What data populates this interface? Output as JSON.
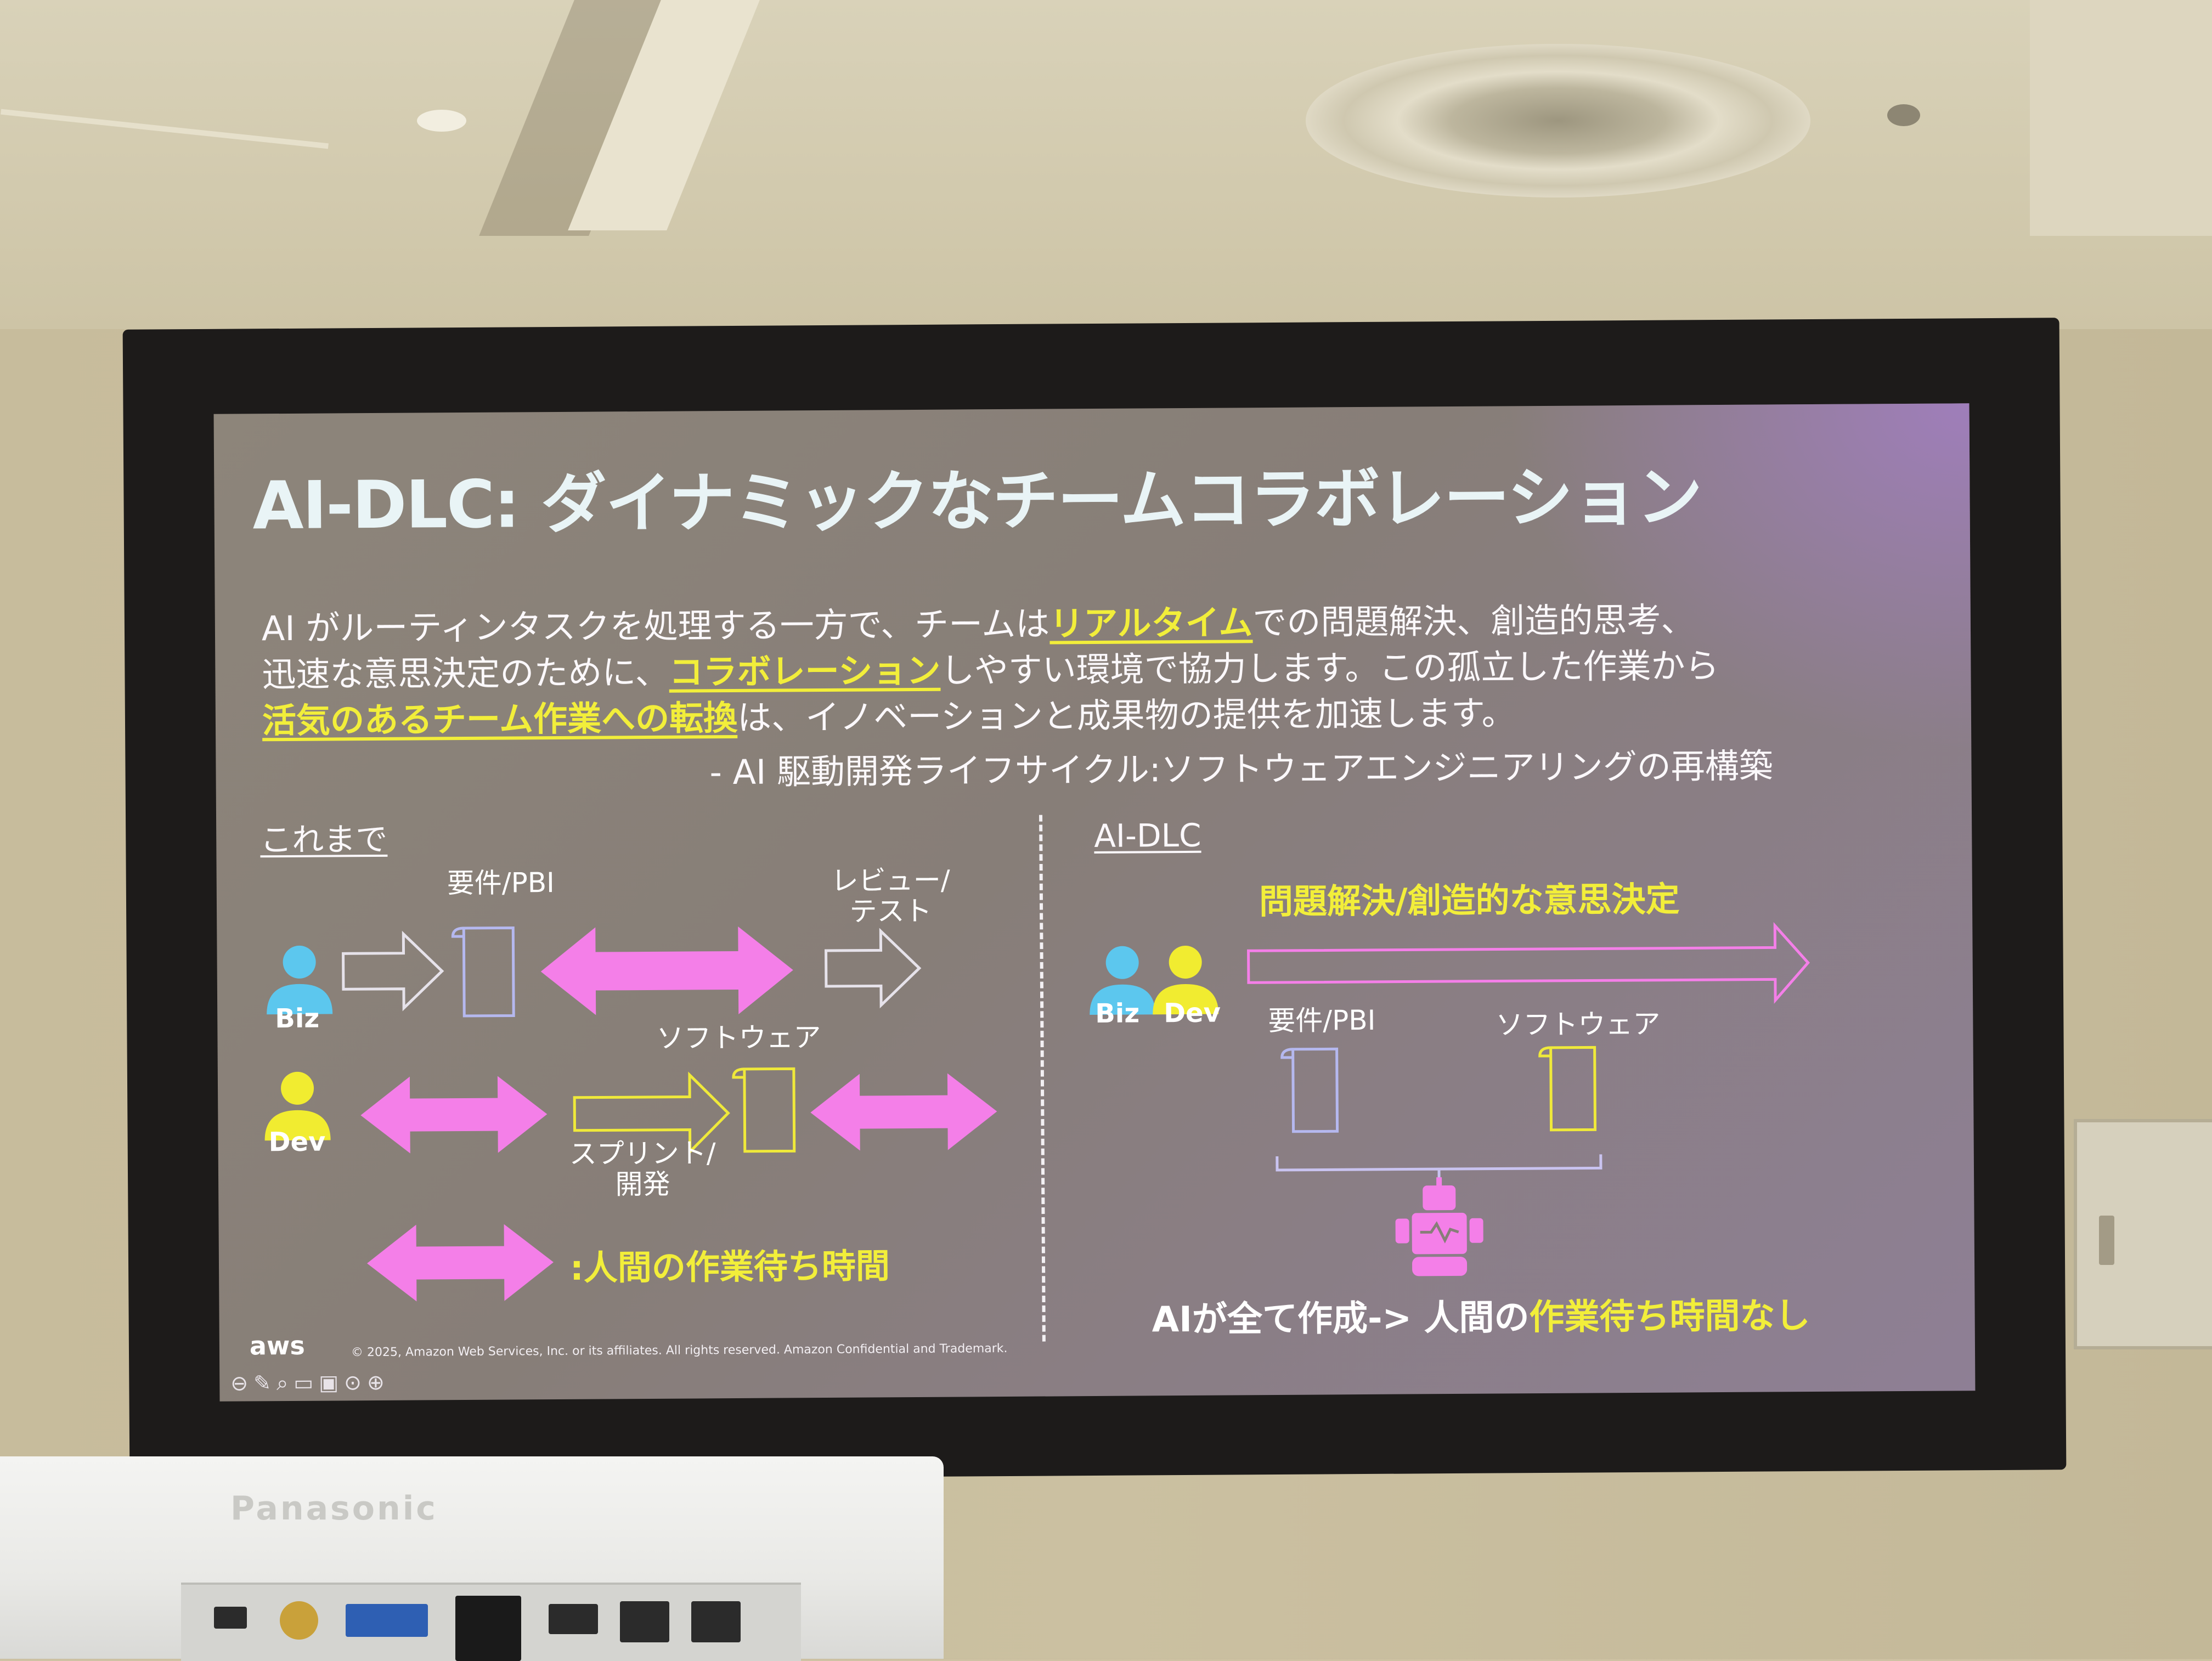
{
  "slide": {
    "title": "AI-DLC: ダイナミックなチームコラボレーション",
    "quote": {
      "l1_a": "AI がルーティンタスクを処理する一方で、チームは",
      "l1_hl": "リアルタイム",
      "l1_b": "での問題解決、創造的思考、",
      "l2_a": "迅速な意思決定のために、",
      "l2_hl": "コラボレーション",
      "l2_b": "しやすい環境で協力します。この孤立した作業から",
      "l3_hl": "活気のあるチーム作業への転換",
      "l3_b": "は、イノベーションと成果物の提供を加速します。",
      "attribution": "- AI 駆動開発ライフサイクル:ソフトウェアエンジニアリングの再構築"
    },
    "left": {
      "heading": "これまで",
      "biz": "Biz",
      "dev": "Dev",
      "requirements": "要件/PBI",
      "review_l1": "レビュー/",
      "review_l2": "テスト",
      "software": "ソフトウェア",
      "sprint_l1": "スプリント/",
      "sprint_l2": "開発",
      "legend": ":人間の作業待ち時間"
    },
    "right": {
      "heading": "AI-DLC",
      "biz": "Biz",
      "dev": "Dev",
      "flow_label": "問題解決/創造的な意思決定",
      "requirements": "要件/PBI",
      "software": "ソフトウェア",
      "bottom_a": "AIが全て作成-> 人間の",
      "bottom_b": "作業待ち時間なし"
    },
    "footer": {
      "logo": "aws",
      "copyright": "© 2025, Amazon Web Services, Inc. or its affiliates. All rights reserved. Amazon Confidential and Trademark."
    }
  },
  "room": {
    "projector_brand": "Panasonic"
  },
  "colors": {
    "highlight": "#f2ee3a",
    "arrow_pink": "#f47fe8",
    "biz_blue": "#5cc7ee",
    "dev_yellow": "#f1ec30"
  },
  "icons": [
    "person-icon",
    "document-icon",
    "robot-icon",
    "arrow-icon"
  ]
}
